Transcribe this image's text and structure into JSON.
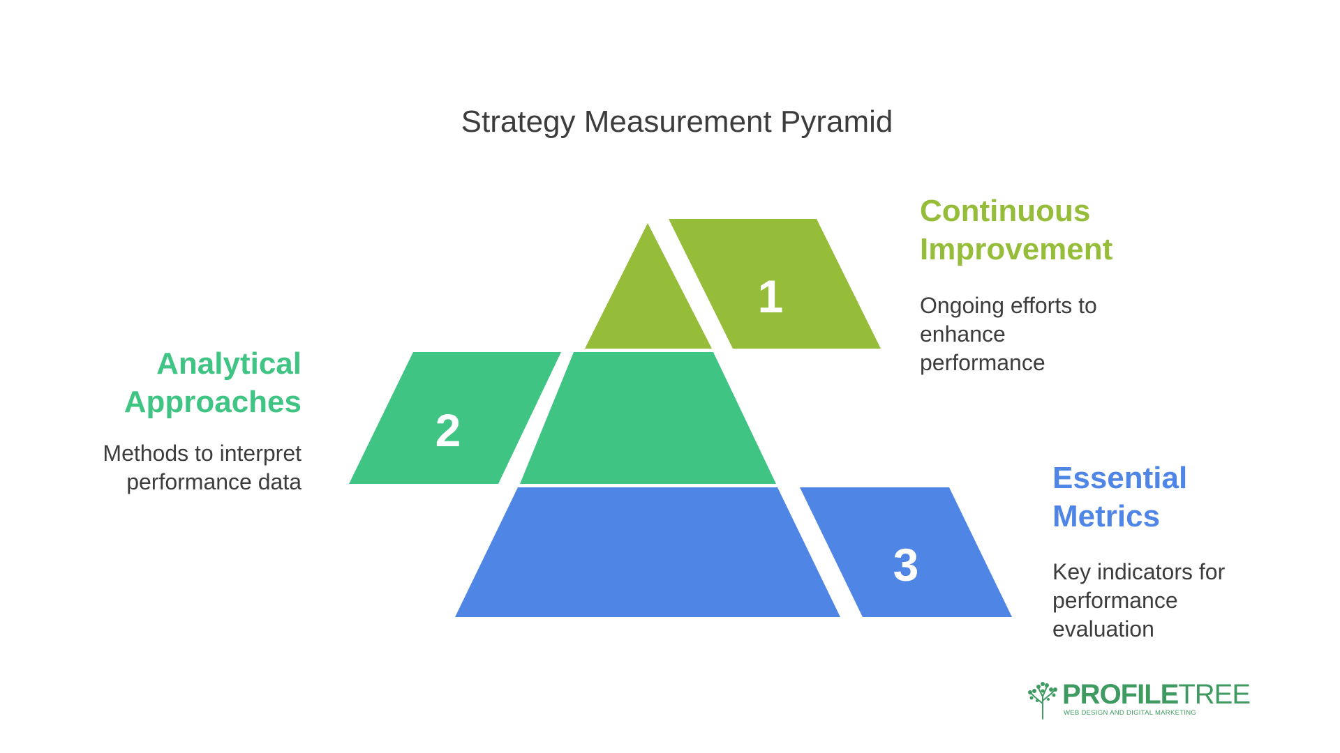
{
  "title": "Strategy Measurement Pyramid",
  "colors": {
    "level1": "#96bd39",
    "level2": "#3fc484",
    "level3": "#4f86e6",
    "title": "#3c3c3c",
    "description": "#3c3c3c",
    "logo": "#3e9a61"
  },
  "levels": [
    {
      "number": "1",
      "heading_line1": "Continuous",
      "heading_line2": "Improvement",
      "desc_line1": "Ongoing efforts to",
      "desc_line2": "enhance",
      "desc_line3": "performance"
    },
    {
      "number": "2",
      "heading_line1": "Analytical",
      "heading_line2": "Approaches",
      "desc_line1": "Methods to interpret",
      "desc_line2": "performance data"
    },
    {
      "number": "3",
      "heading_line1": "Essential",
      "heading_line2": "Metrics",
      "desc_line1": "Key indicators for",
      "desc_line2": "performance",
      "desc_line3": "evaluation"
    }
  ],
  "logo": {
    "icon": "tree-icon",
    "word_bold": "PROFILE",
    "word_thin": "TREE",
    "tagline": "WEB DESIGN AND DIGITAL MARKETING"
  }
}
